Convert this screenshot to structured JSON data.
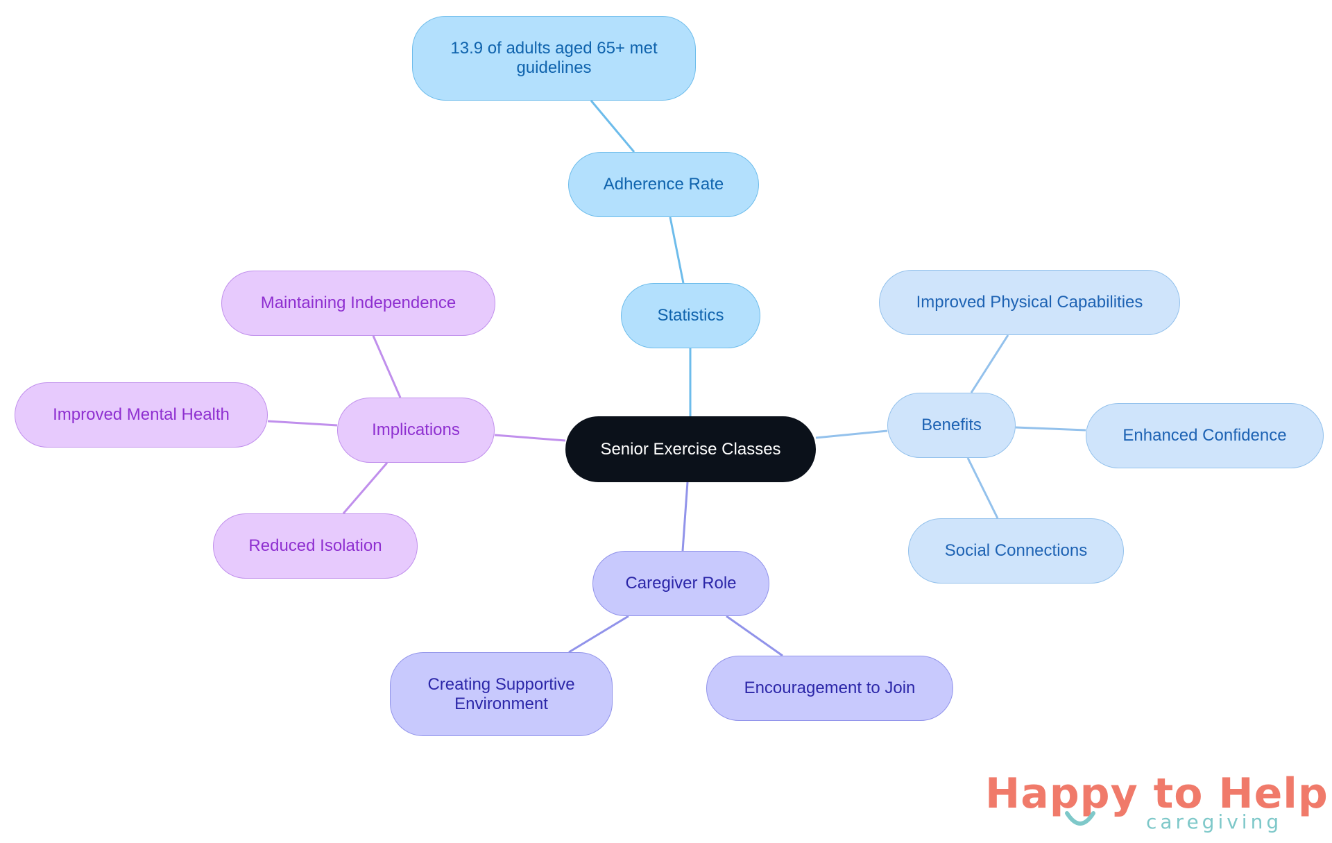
{
  "nodes": {
    "center": "Senior Exercise Classes",
    "statistics": "Statistics",
    "adherence_rate": "Adherence Rate",
    "guidelines_stat": "13.9 of adults aged 65+ met guidelines",
    "benefits": "Benefits",
    "physical": "Improved Physical Capabilities",
    "confidence": "Enhanced Confidence",
    "social": "Social Connections",
    "caregiver": "Caregiver Role",
    "supportive": "Creating Supportive Environment",
    "encouragement": "Encouragement to Join",
    "implications": "Implications",
    "independence": "Maintaining Independence",
    "mental_health": "Improved Mental Health",
    "isolation": "Reduced Isolation"
  },
  "logo": {
    "main": "Happy to Help",
    "sub": "caregiving"
  },
  "colors": {
    "center": "#0b111a",
    "statistics": "#b3e0fd",
    "benefits": "#cfe4fb",
    "caregiver": "#c8c9fd",
    "implications": "#e7cafd",
    "logo_main": "#f07a6a",
    "logo_sub": "#7ec8c9"
  }
}
